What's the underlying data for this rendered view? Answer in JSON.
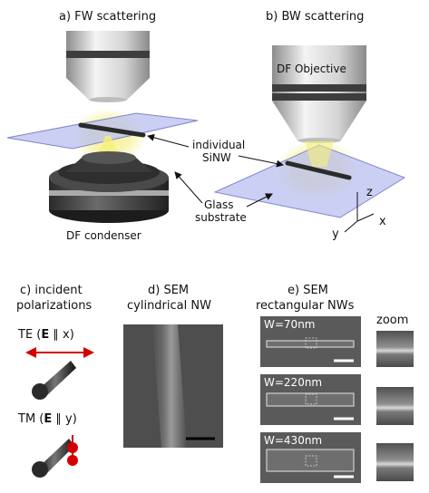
{
  "panel_a": {
    "title": "a) FW scattering",
    "condenser_label": "DF condenser"
  },
  "panel_b": {
    "title": "b) BW scattering",
    "objective_label": "DF Objective"
  },
  "callouts": {
    "nanowire_line1": "individual",
    "nanowire_line2": "SiNW",
    "substrate_line1": "Glass",
    "substrate_line2": "substrate"
  },
  "axes": {
    "x": "x",
    "y": "y",
    "z": "z"
  },
  "panel_c": {
    "title_line1": "c) incident",
    "title_line2": "polarizations",
    "te_prefix": "TE (",
    "te_bold": "E",
    "te_suffix": " ∥ x)",
    "tm_prefix": "TM (",
    "tm_bold": "E",
    "tm_suffix": " ∥ y)"
  },
  "panel_d": {
    "title_line1": "d) SEM",
    "title_line2": "cylindrical NW"
  },
  "panel_e": {
    "title_line1": "e) SEM",
    "title_line2": "rectangular NWs",
    "zoom_label": "zoom",
    "widths": [
      "W=70nm",
      "W=220nm",
      "W=430nm"
    ]
  },
  "colors": {
    "glass": "#b9bff0",
    "glass_edge": "#7f86c8",
    "glow": "#f4ec6a",
    "polarization_red": "#d40000",
    "sem_gray": "#555555"
  },
  "icons": [
    "te-double-arrow-icon",
    "tm-dot-arrow-icon",
    "cone-beam-icon"
  ]
}
